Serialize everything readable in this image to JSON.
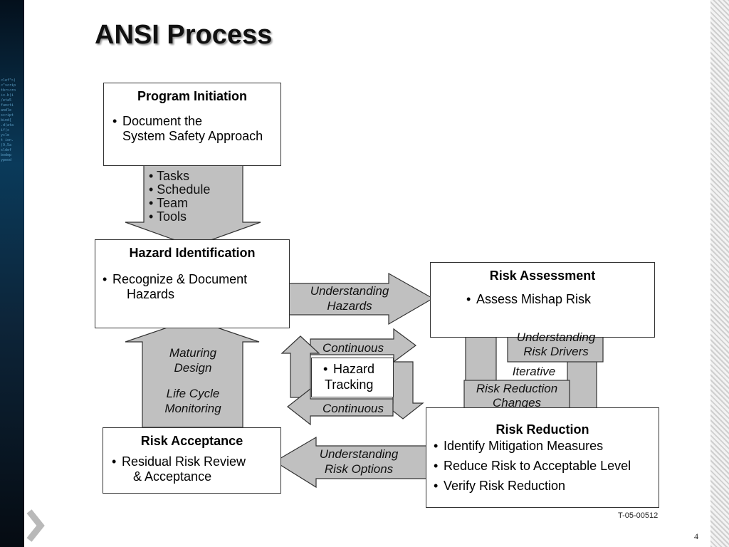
{
  "title": "ANSI Process",
  "boxes": {
    "program_initiation": {
      "head": "Program Initiation",
      "bullets": [
        "Document the",
        "System Safety Approach"
      ]
    },
    "hazard_identification": {
      "head": "Hazard Identification",
      "bullets": [
        "Recognize & Document",
        "Hazards"
      ]
    },
    "risk_assessment": {
      "head": "Risk Assessment",
      "bullets": [
        "Assess Mishap Risk"
      ]
    },
    "hazard_tracking": {
      "bullets": [
        "Hazard",
        "Tracking"
      ]
    },
    "risk_acceptance": {
      "head": "Risk Acceptance",
      "bullets": [
        "Residual Risk Review",
        "& Acceptance"
      ]
    },
    "risk_reduction": {
      "head": "Risk Reduction",
      "bullets": [
        "Identify Mitigation Measures",
        "Reduce Risk to Acceptable Level",
        "Verify Risk Reduction"
      ]
    }
  },
  "down_arrow_items": [
    "• Tasks",
    "• Schedule",
    "• Team",
    "• Tools"
  ],
  "arrow_labels": {
    "understanding_hazards": [
      "Understanding",
      "Hazards"
    ],
    "maturing_design": [
      "Maturing",
      "Design"
    ],
    "life_cycle_monitoring": [
      "Life Cycle",
      "Monitoring"
    ],
    "continuous_top": "Continuous",
    "continuous_bottom": "Continuous",
    "understanding_risk_drivers": [
      "Understanding",
      "Risk Drivers"
    ],
    "iterative": "Iterative",
    "risk_reduction_changes": [
      "Risk Reduction",
      "Changes"
    ],
    "understanding_risk_options": [
      "Understanding",
      "Risk Options"
    ]
  },
  "reference": "T-05-00512",
  "page_number": "4",
  "colors": {
    "arrow_fill": "#c0c0c0",
    "arrow_stroke": "#333333",
    "box_border": "#333333"
  }
}
